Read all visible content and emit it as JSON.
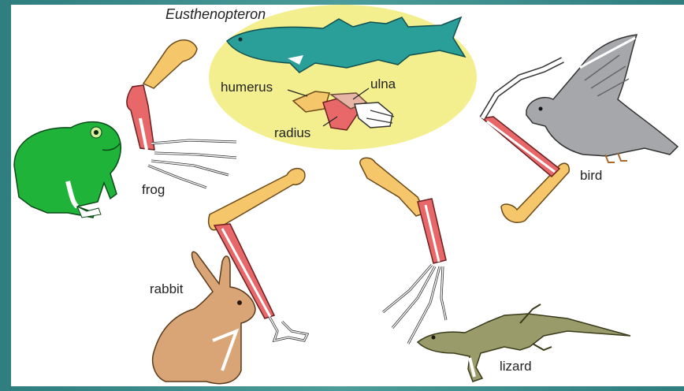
{
  "diagram": {
    "title": "Eusthenopteron",
    "bone_labels": {
      "humerus": "humerus",
      "ulna": "ulna",
      "radius": "radius"
    },
    "animals": {
      "frog": "frog",
      "rabbit": "rabbit",
      "lizard": "lizard",
      "bird": "bird"
    },
    "colors": {
      "highlight": "#f3ef8f",
      "humerus": "#f5c66a",
      "radius": "#e8686a",
      "ulna": "#e7b5a6",
      "frog": "#20b33a",
      "fish": "#2a9f9a",
      "rabbit": "#d9a576",
      "bird": "#a6a7aa",
      "lizard": "#9a9b6a",
      "frame": "#3f8f8f"
    }
  }
}
